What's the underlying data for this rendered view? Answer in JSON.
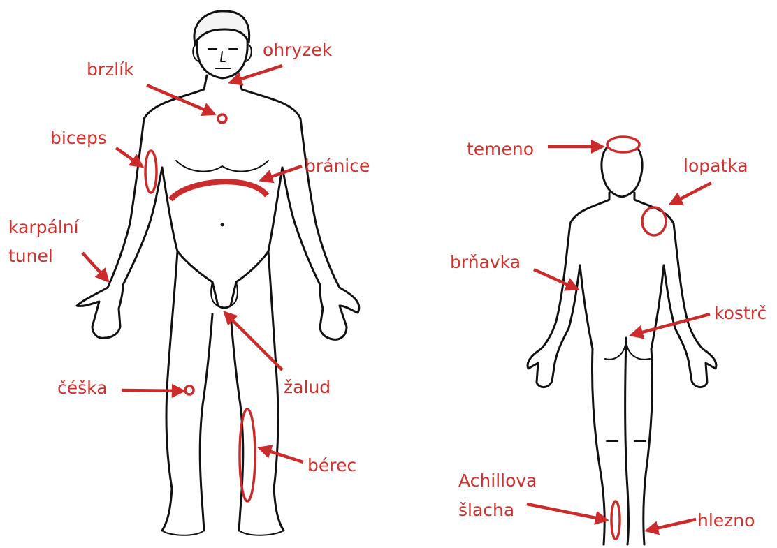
{
  "accent_color": "#cc2b2b",
  "outline_color": "#111111",
  "front_labels": {
    "brzlik": "brzlík",
    "ohryzek": "ohryzek",
    "biceps": "biceps",
    "branice": "bránice",
    "karpalni_1": "karpální",
    "karpalni_2": "tunel",
    "zalud": "žalud",
    "ceska": "čéška",
    "berec": "bérec"
  },
  "back_labels": {
    "temeno": "temeno",
    "lopatka": "lopatka",
    "brnavka": "brňavka",
    "kostrc": "kostrč",
    "achillova_1": "Achillova",
    "achillova_2": "šlacha",
    "hlezno": "hlezno"
  }
}
